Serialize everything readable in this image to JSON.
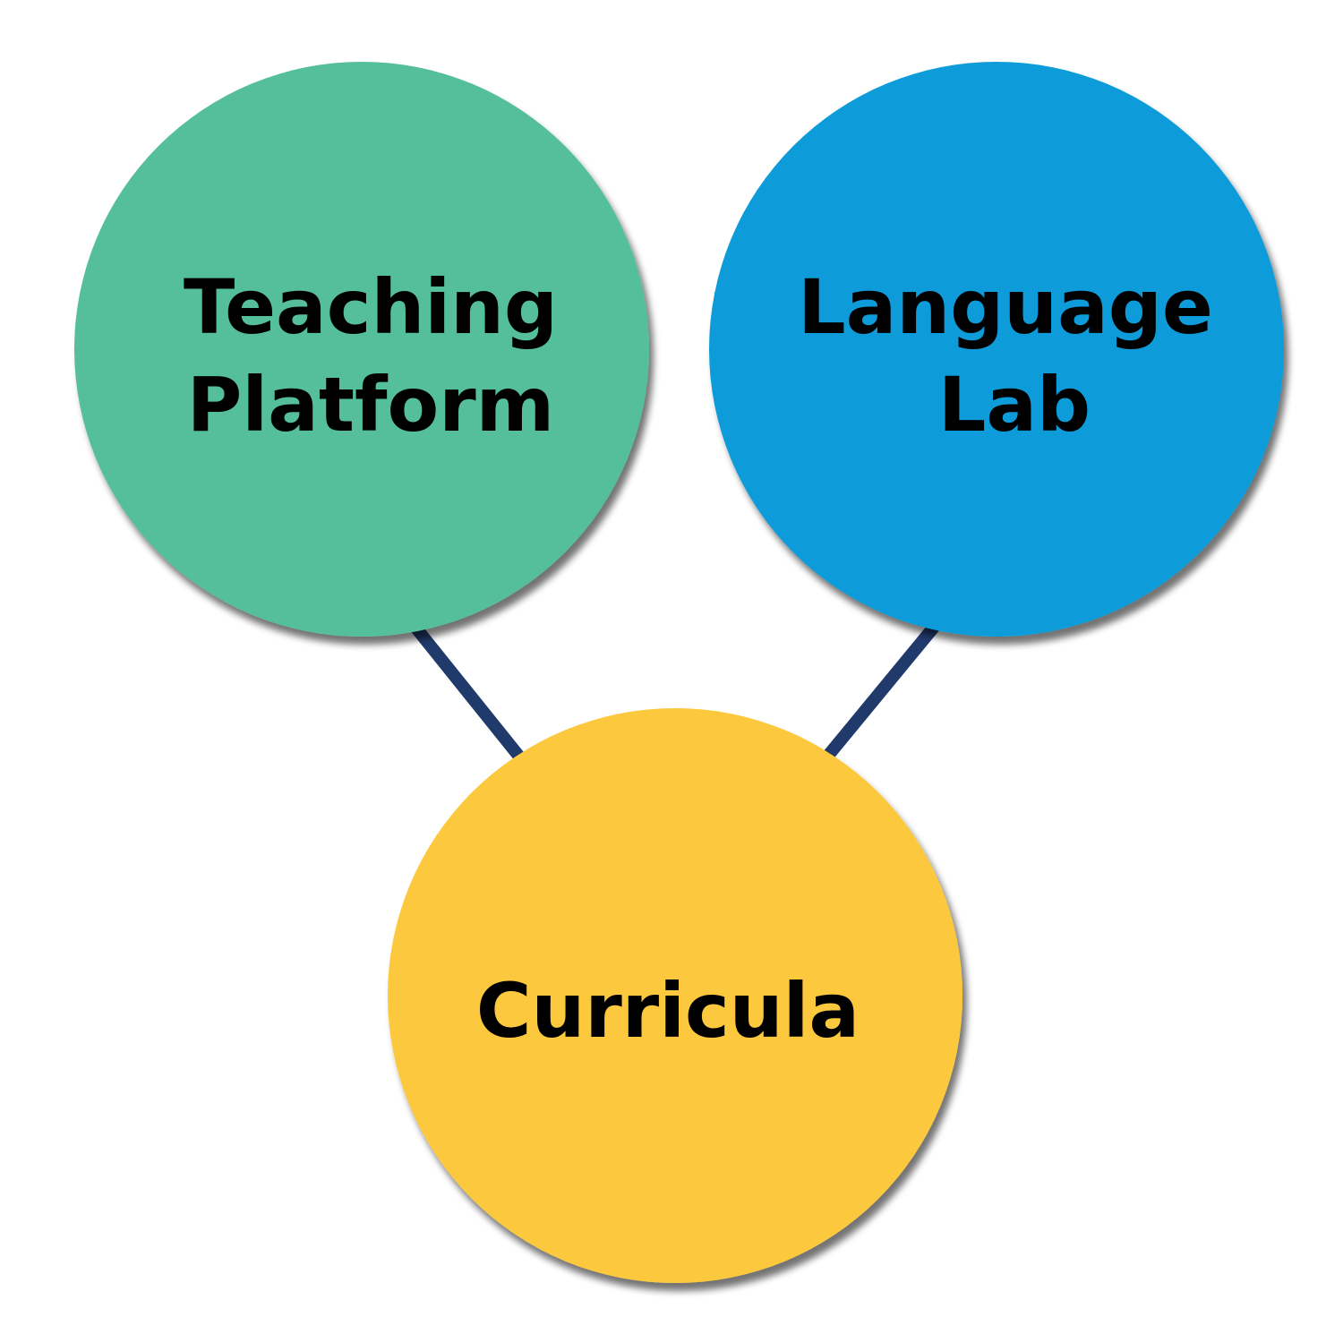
{
  "nodes": [
    {
      "id": "teaching",
      "lines": [
        "Teaching",
        "Platform"
      ],
      "color": "#55bf9c"
    },
    {
      "id": "language",
      "lines": [
        "Language",
        "Lab"
      ],
      "color": "#079cd9"
    },
    {
      "id": "curricula",
      "lines": [
        "Curricula"
      ],
      "color": "#fcc83d"
    }
  ],
  "connector_color": "#213a6c",
  "edges": [
    [
      "teaching",
      "curricula"
    ],
    [
      "language",
      "curricula"
    ]
  ]
}
